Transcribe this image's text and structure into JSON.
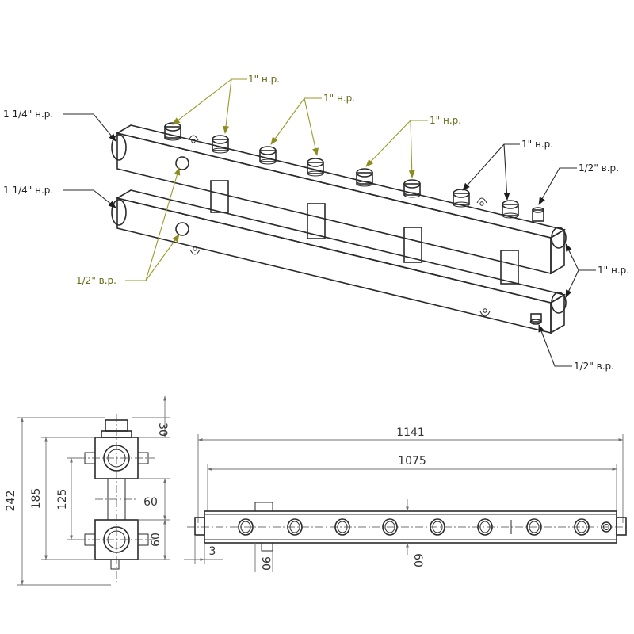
{
  "iso_view": {
    "callouts": {
      "inlet_top": "1 1/4\" н.р.",
      "inlet_bottom": "1 1/4\" н.р.",
      "outlets_1": "1\" н.р.",
      "outlets_2": "1\" н.р.",
      "outlets_3": "1\" н.р.",
      "outlets_4": "1\" н.р.",
      "right_top_port": "1/2\" в.р.",
      "right_end_ports": "1\" н.р.",
      "right_bottom_port": "1/2\" в.р.",
      "left_side_ports": "1/2\" в.р."
    }
  },
  "side_view": {
    "dims": {
      "overall_height": "242",
      "centers_height": "185",
      "inner_height": "125",
      "top_nipple": "30",
      "right_upper": "60",
      "right_lower": "60"
    }
  },
  "front_view": {
    "dims": {
      "overall_length": "1141",
      "inner_length": "1075",
      "left_offset": "3",
      "stub_offset": "90",
      "bar_depth": "60"
    }
  }
}
